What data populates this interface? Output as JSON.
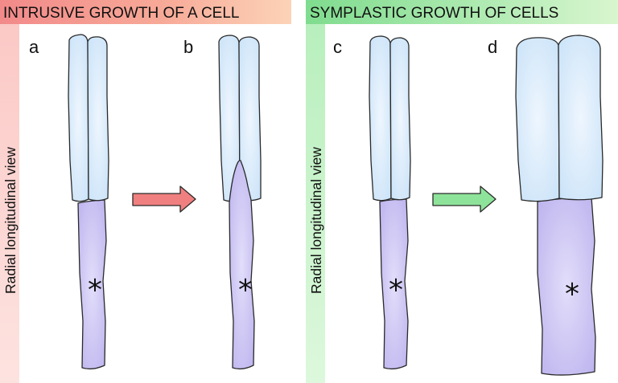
{
  "headers": {
    "left": "INTRUSIVE GROWTH OF A CELL",
    "right": "SYMPLASTIC GROWTH OF CELLS"
  },
  "side_labels": {
    "left": "Radial longitudinal view",
    "right": "Radial longitudinal view"
  },
  "panels": [
    {
      "label": "a",
      "marker": "*"
    },
    {
      "label": "b",
      "marker": "*"
    },
    {
      "label": "c",
      "marker": "*"
    },
    {
      "label": "d",
      "marker": "*"
    }
  ],
  "colors": {
    "header_left": "#f6a293",
    "header_right": "#9fe3a6",
    "side_left": "#fde0dd",
    "side_right": "#daf7d9",
    "upper_cells": "#cfe6fa",
    "lower_cell": "#c4bdf0",
    "arrow_left": "#f07f7f",
    "arrow_right": "#8ee39a"
  }
}
